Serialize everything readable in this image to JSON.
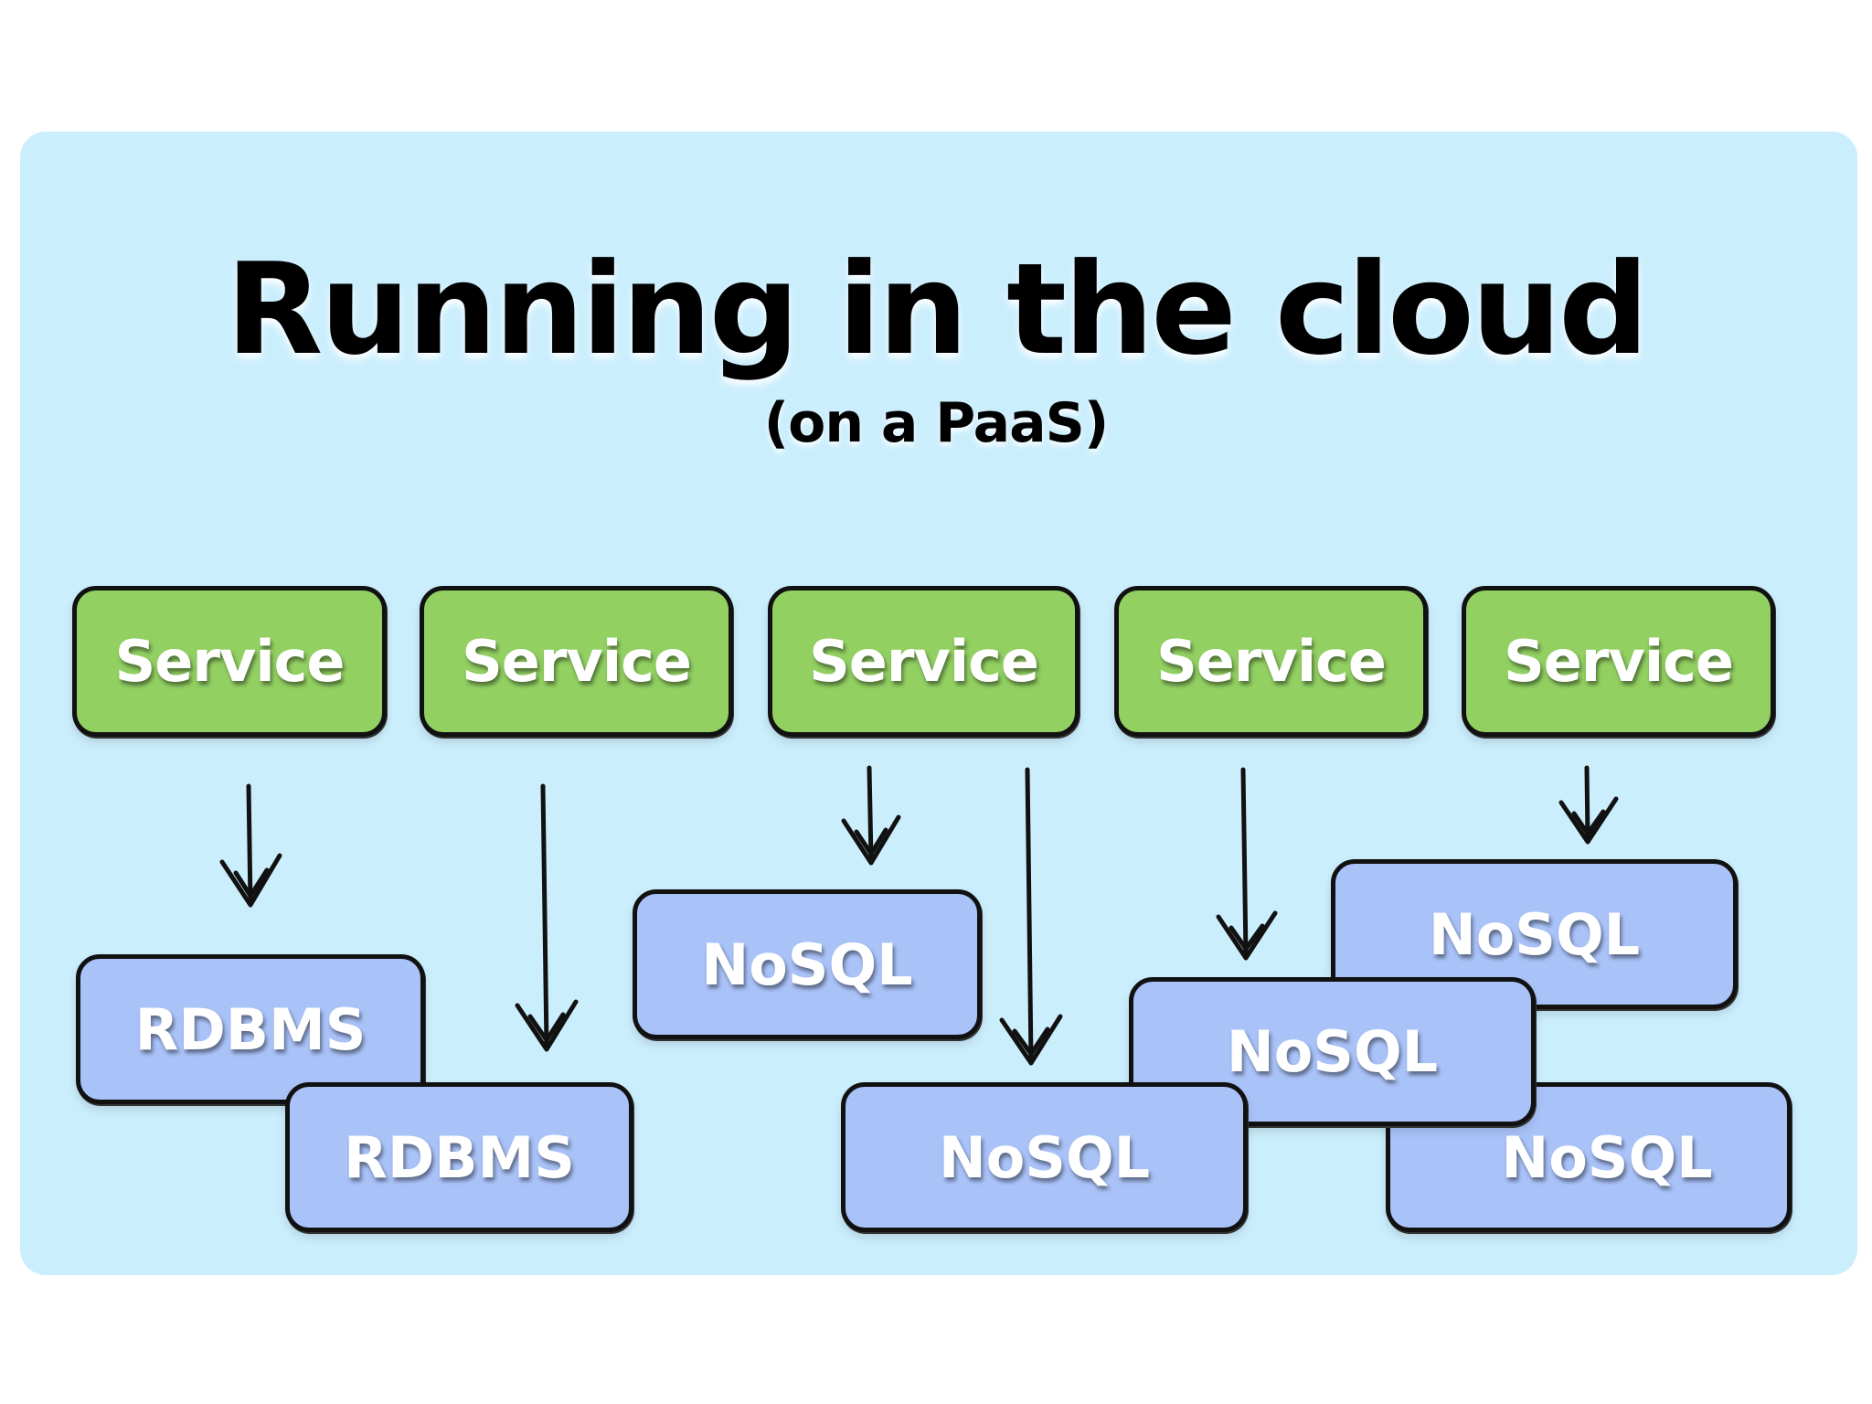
{
  "title": "Running in the cloud",
  "subtitle": "(on a PaaS)",
  "colors": {
    "background_panel": "#cbeefd",
    "service_box": "#92d062",
    "database_box": "#a9c2f8",
    "box_border": "#111111",
    "box_text": "#ffffff"
  },
  "services": [
    {
      "label": "Service"
    },
    {
      "label": "Service"
    },
    {
      "label": "Service"
    },
    {
      "label": "Service"
    },
    {
      "label": "Service"
    }
  ],
  "databases": [
    {
      "label": "RDBMS",
      "type": "rdbms"
    },
    {
      "label": "RDBMS",
      "type": "rdbms"
    },
    {
      "label": "NoSQL",
      "type": "nosql"
    },
    {
      "label": "NoSQL",
      "type": "nosql"
    },
    {
      "label": "NoSQL",
      "type": "nosql"
    },
    {
      "label": "NoSQL",
      "type": "nosql"
    },
    {
      "label": "NoSQL",
      "type": "nosql"
    }
  ],
  "connections": [
    {
      "from": "Service 1",
      "to": "RDBMS 1"
    },
    {
      "from": "Service 2",
      "to": "RDBMS 2"
    },
    {
      "from": "Service 3",
      "to": "NoSQL 1"
    },
    {
      "from": "Service 3",
      "to": "NoSQL 2"
    },
    {
      "from": "Service 4",
      "to": "NoSQL 3"
    },
    {
      "from": "Service 5",
      "to": "NoSQL 4"
    }
  ]
}
